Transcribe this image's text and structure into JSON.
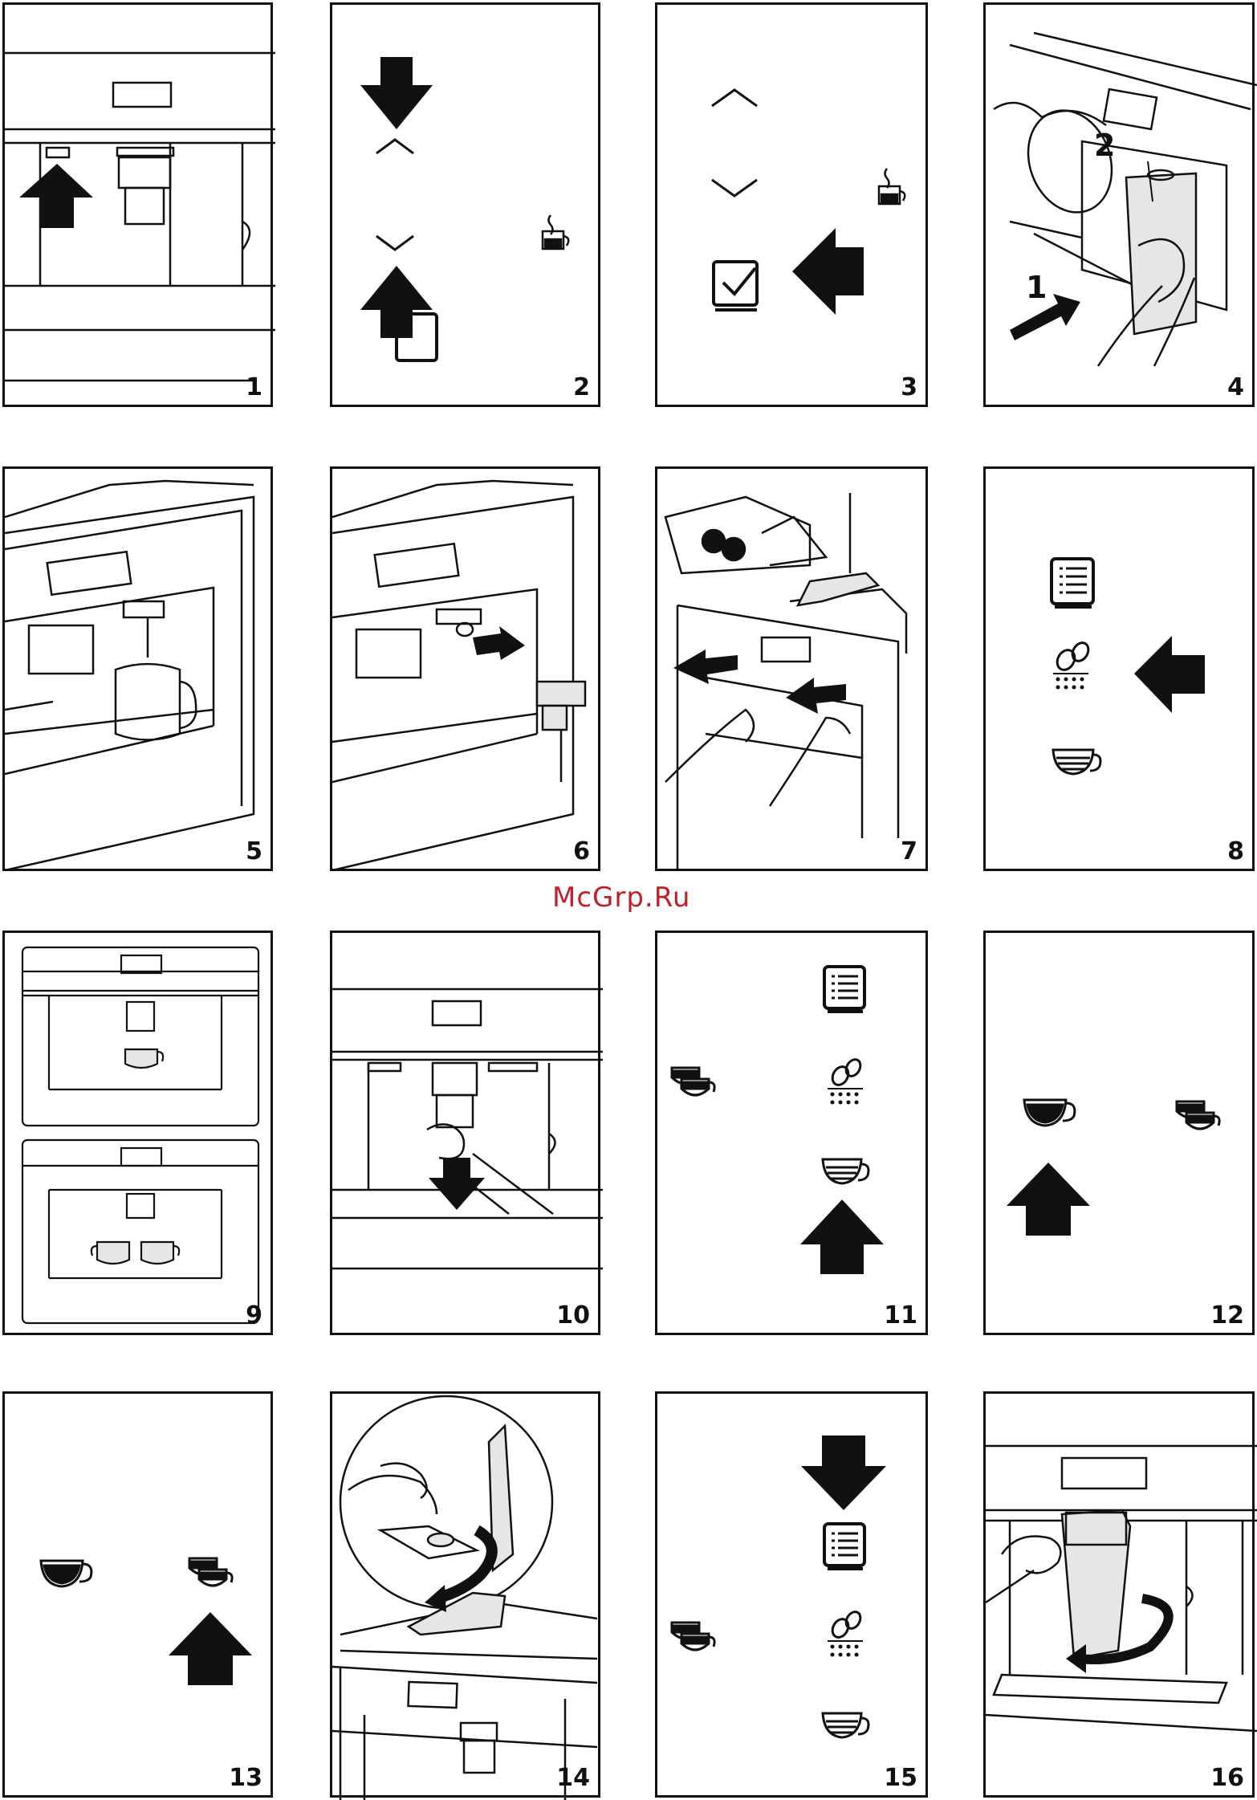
{
  "watermark": "McGrp.Ru",
  "panels": [
    {
      "number": "1"
    },
    {
      "number": "2"
    },
    {
      "number": "3"
    },
    {
      "number": "4"
    },
    {
      "number": "5"
    },
    {
      "number": "6"
    },
    {
      "number": "7"
    },
    {
      "number": "8"
    },
    {
      "number": "9"
    },
    {
      "number": "10"
    },
    {
      "number": "11"
    },
    {
      "number": "12"
    },
    {
      "number": "13"
    },
    {
      "number": "14"
    },
    {
      "number": "15"
    },
    {
      "number": "16"
    }
  ],
  "panel4_step_labels": [
    "2",
    "1"
  ],
  "colors": {
    "line": "#111111",
    "fill_grey": "#d9d9d9",
    "watermark": "#c0202a"
  }
}
